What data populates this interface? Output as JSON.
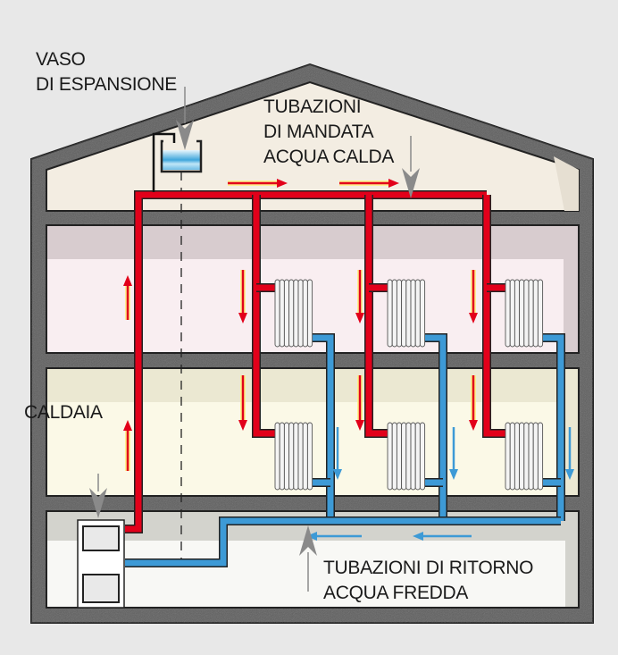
{
  "labels": {
    "expansion_tank": [
      "VASO",
      "DI ESPANSIONE"
    ],
    "supply_pipes": [
      "TUBAZIONI",
      "DI MANDATA",
      "ACQUA CALDA"
    ],
    "boiler": "CALDAIA",
    "return_pipes": [
      "TUBAZIONI DI RITORNO",
      "ACQUA FREDDA"
    ]
  },
  "colors": {
    "background": "#e8e8e8",
    "wall": "#5a5a5a",
    "hot_pipe": "#e2001a",
    "cold_pipe": "#3d9ad6",
    "arrow_glow": "#fff27a",
    "callout_arrow": "#8a8a8a"
  },
  "icons": [
    "expansion-tank-icon",
    "radiator-icon",
    "boiler-icon",
    "flow-arrow-icon"
  ]
}
